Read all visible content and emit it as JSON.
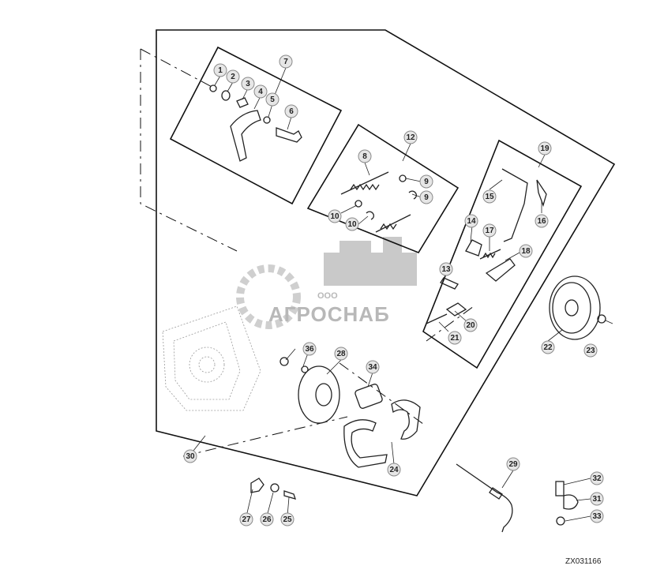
{
  "figure_id": "ZX031166",
  "watermark": {
    "company_prefix": "ООО",
    "company_name": "АГРОСНАБ"
  },
  "callouts": [
    "1",
    "2",
    "3",
    "4",
    "5",
    "6",
    "7",
    "8",
    "9",
    "9",
    "10",
    "10",
    "12",
    "13",
    "14",
    "15",
    "16",
    "17",
    "18",
    "19",
    "20",
    "21",
    "22",
    "23",
    "24",
    "25",
    "26",
    "27",
    "28",
    "29",
    "30",
    "31",
    "32",
    "33",
    "34",
    "36"
  ]
}
